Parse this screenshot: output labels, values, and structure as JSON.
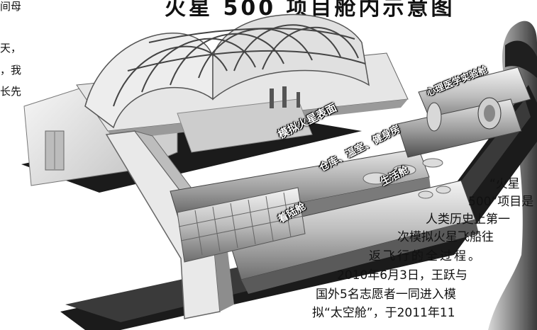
{
  "article": {
    "title_fragment": "火星 500 项目舱内示意图",
    "left_fragments": [
      "间母",
      "天，",
      "，我",
      "长先"
    ],
    "caption_lines": [
      "“火星",
      "500”项目是",
      "人类历史上第一",
      "次模拟火星飞船往",
      "返飞行的全过程。",
      "2010年6月3日，王跃与",
      "国外5名志愿者一同进入模",
      "拟“太空舱”，于2011年11"
    ]
  },
  "diagram": {
    "labels": {
      "mars_surface": "模拟火星表面",
      "psych_lab": "心理医学实验舱",
      "storage": "仓库、温室、健身房",
      "living": "生活舱",
      "lander": "着陆舱"
    }
  }
}
